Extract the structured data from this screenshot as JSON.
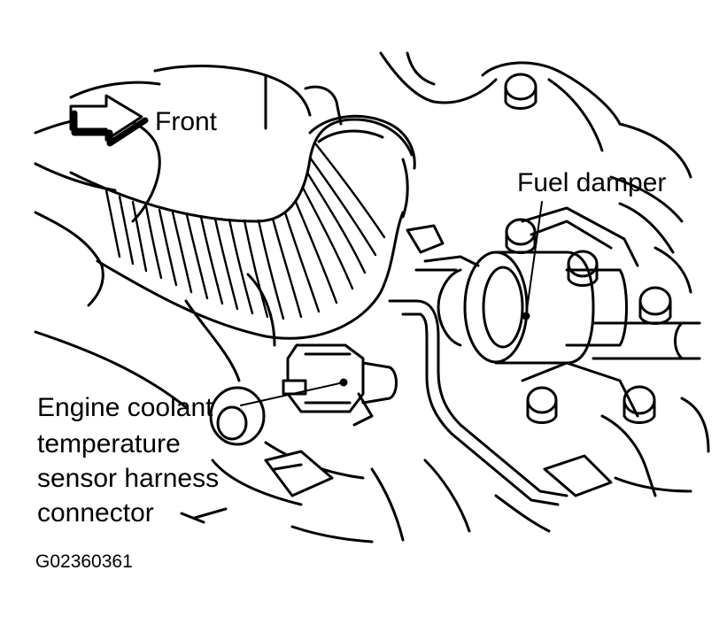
{
  "labels": {
    "front": "Front",
    "fuel_damper": "Fuel damper",
    "ect_line1": "Engine coolant",
    "ect_line2": "temperature",
    "ect_line3": "sensor harness",
    "ect_line4": "connector",
    "figure_code": "G02360361"
  },
  "colors": {
    "ink": "#000000",
    "paper": "#ffffff"
  }
}
